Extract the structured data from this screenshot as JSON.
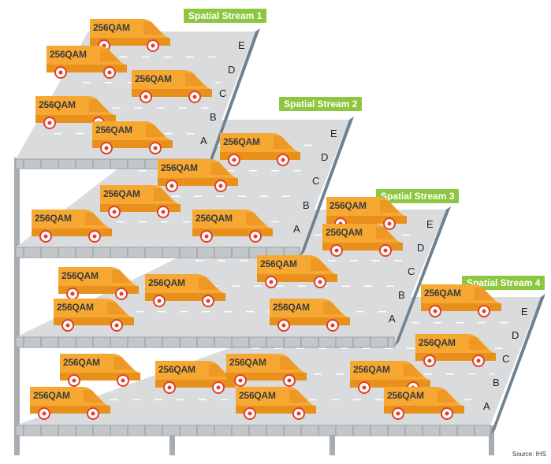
{
  "streams": [
    {
      "label": "Spatial Stream 1",
      "lanes": [
        "E",
        "D",
        "C",
        "B",
        "A"
      ]
    },
    {
      "label": "Spatial Stream 2",
      "lanes": [
        "E",
        "D",
        "C",
        "B",
        "A"
      ]
    },
    {
      "label": "Spatial Stream 3",
      "lanes": [
        "E",
        "D",
        "C",
        "B",
        "A"
      ]
    },
    {
      "label": "Spatial Stream 4",
      "lanes": [
        "E",
        "D",
        "C",
        "B",
        "A"
      ]
    }
  ],
  "van_label": "256QAM",
  "source": "Source: IHS",
  "colors": {
    "deck": "#d9dbdd",
    "deck_edge": "#6f8291",
    "support": "#a7adb2",
    "van_body": "#f7a833",
    "van_dark": "#e8901c",
    "wheel": "#e0402b",
    "tag": "#8dc63f"
  }
}
